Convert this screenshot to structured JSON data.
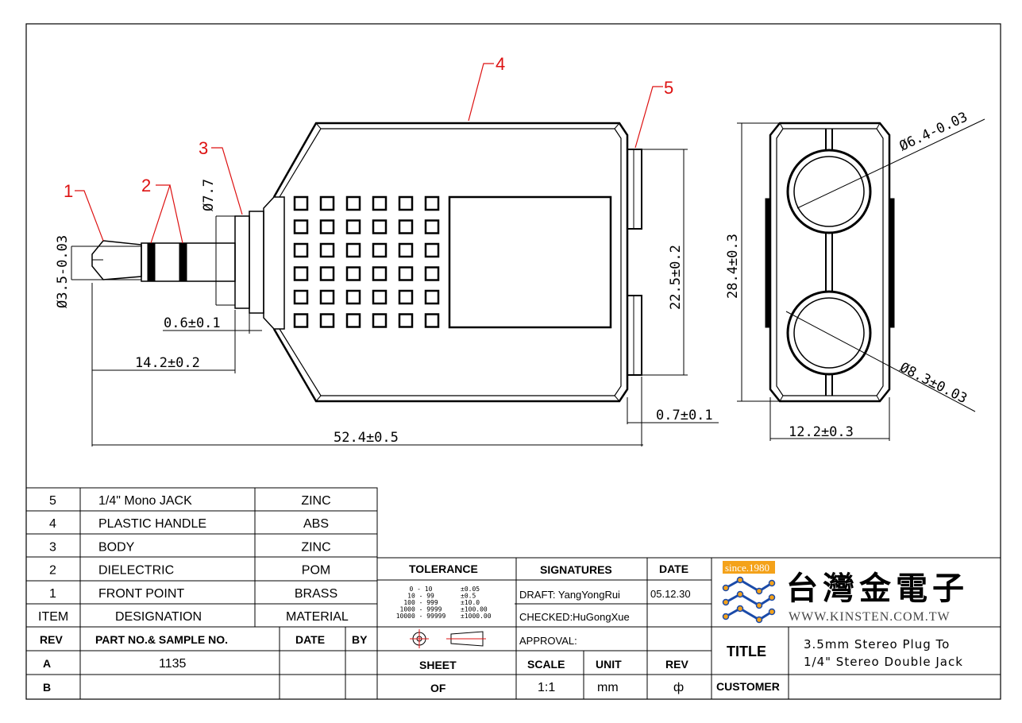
{
  "callouts": [
    "1",
    "2",
    "3",
    "4",
    "5"
  ],
  "dimensions": {
    "plug_dia": "Ø3.5-0.03",
    "collar_dia": "Ø7.7",
    "collar_thick": "0.6±0.1",
    "plug_len": "14.2±0.2",
    "total_len": "52.4±0.5",
    "jack_span": "22.5±0.2",
    "jack_offset": "0.7±0.1",
    "height": "28.4±0.3",
    "width": "12.2±0.3",
    "hole_small": "Ø6.4-0.03",
    "hole_large": "Ø8.3±0.03"
  },
  "bom": [
    {
      "item": "5",
      "designation": "1/4\" Mono  JACK",
      "material": "ZINC"
    },
    {
      "item": "4",
      "designation": "PLASTIC  HANDLE",
      "material": "ABS"
    },
    {
      "item": "3",
      "designation": "BODY",
      "material": "ZINC"
    },
    {
      "item": "2",
      "designation": "DIELECTRIC",
      "material": "POM"
    },
    {
      "item": "1",
      "designation": "FRONT  POINT",
      "material": "BRASS"
    }
  ],
  "bom_header": {
    "item": "ITEM",
    "designation": "DESIGNATION",
    "material": "MATERIAL"
  },
  "rev_header": {
    "rev": "REV",
    "part": "PART NO.& SAMPLE NO.",
    "date": "DATE",
    "by": "BY"
  },
  "rev_rows": [
    {
      "rev": "A",
      "part": "1135",
      "date": "",
      "by": ""
    },
    {
      "rev": "B",
      "part": "",
      "date": "",
      "by": ""
    }
  ],
  "tolerance": {
    "label": "TOLERANCE",
    "rows": [
      {
        "range": "0 - 10",
        "tol": "±0.05"
      },
      {
        "range": "10 - 99",
        "tol": "±0.5"
      },
      {
        "range": "100 - 999",
        "tol": "±10.0"
      },
      {
        "range": "1000 - 9999",
        "tol": "±100.00"
      },
      {
        "range": "10000 - 99999",
        "tol": "±1000.00"
      }
    ]
  },
  "signatures": {
    "label": "SIGNATURES",
    "date_label": "DATE",
    "draft": "DRAFT: YangYongRui",
    "draft_date": "05.12.30",
    "checked": "CHECKED:HuGongXue",
    "approval": "APPROVAL:"
  },
  "sheet": {
    "sheet_label": "SHEET",
    "of_label": "OF",
    "scale_label": "SCALE",
    "unit_label": "UNIT",
    "rev_label": "REV",
    "scale": "1:1",
    "unit": "mm",
    "rev": "ф"
  },
  "company": {
    "since": "since.1980",
    "name_cn": "台灣金電子",
    "url": "WWW.KINSTEN.COM.TW"
  },
  "title_block": {
    "title_label": "TITLE",
    "title_line1": "3.5mm Stereo Plug To",
    "title_line2": "1/4\" Stereo Double Jack",
    "customer_label": "CUSTOMER",
    "customer": ""
  },
  "colors": {
    "callout": "#dd1111",
    "logo_orange": "#f4a21a",
    "logo_blue": "#1a4aa8"
  }
}
